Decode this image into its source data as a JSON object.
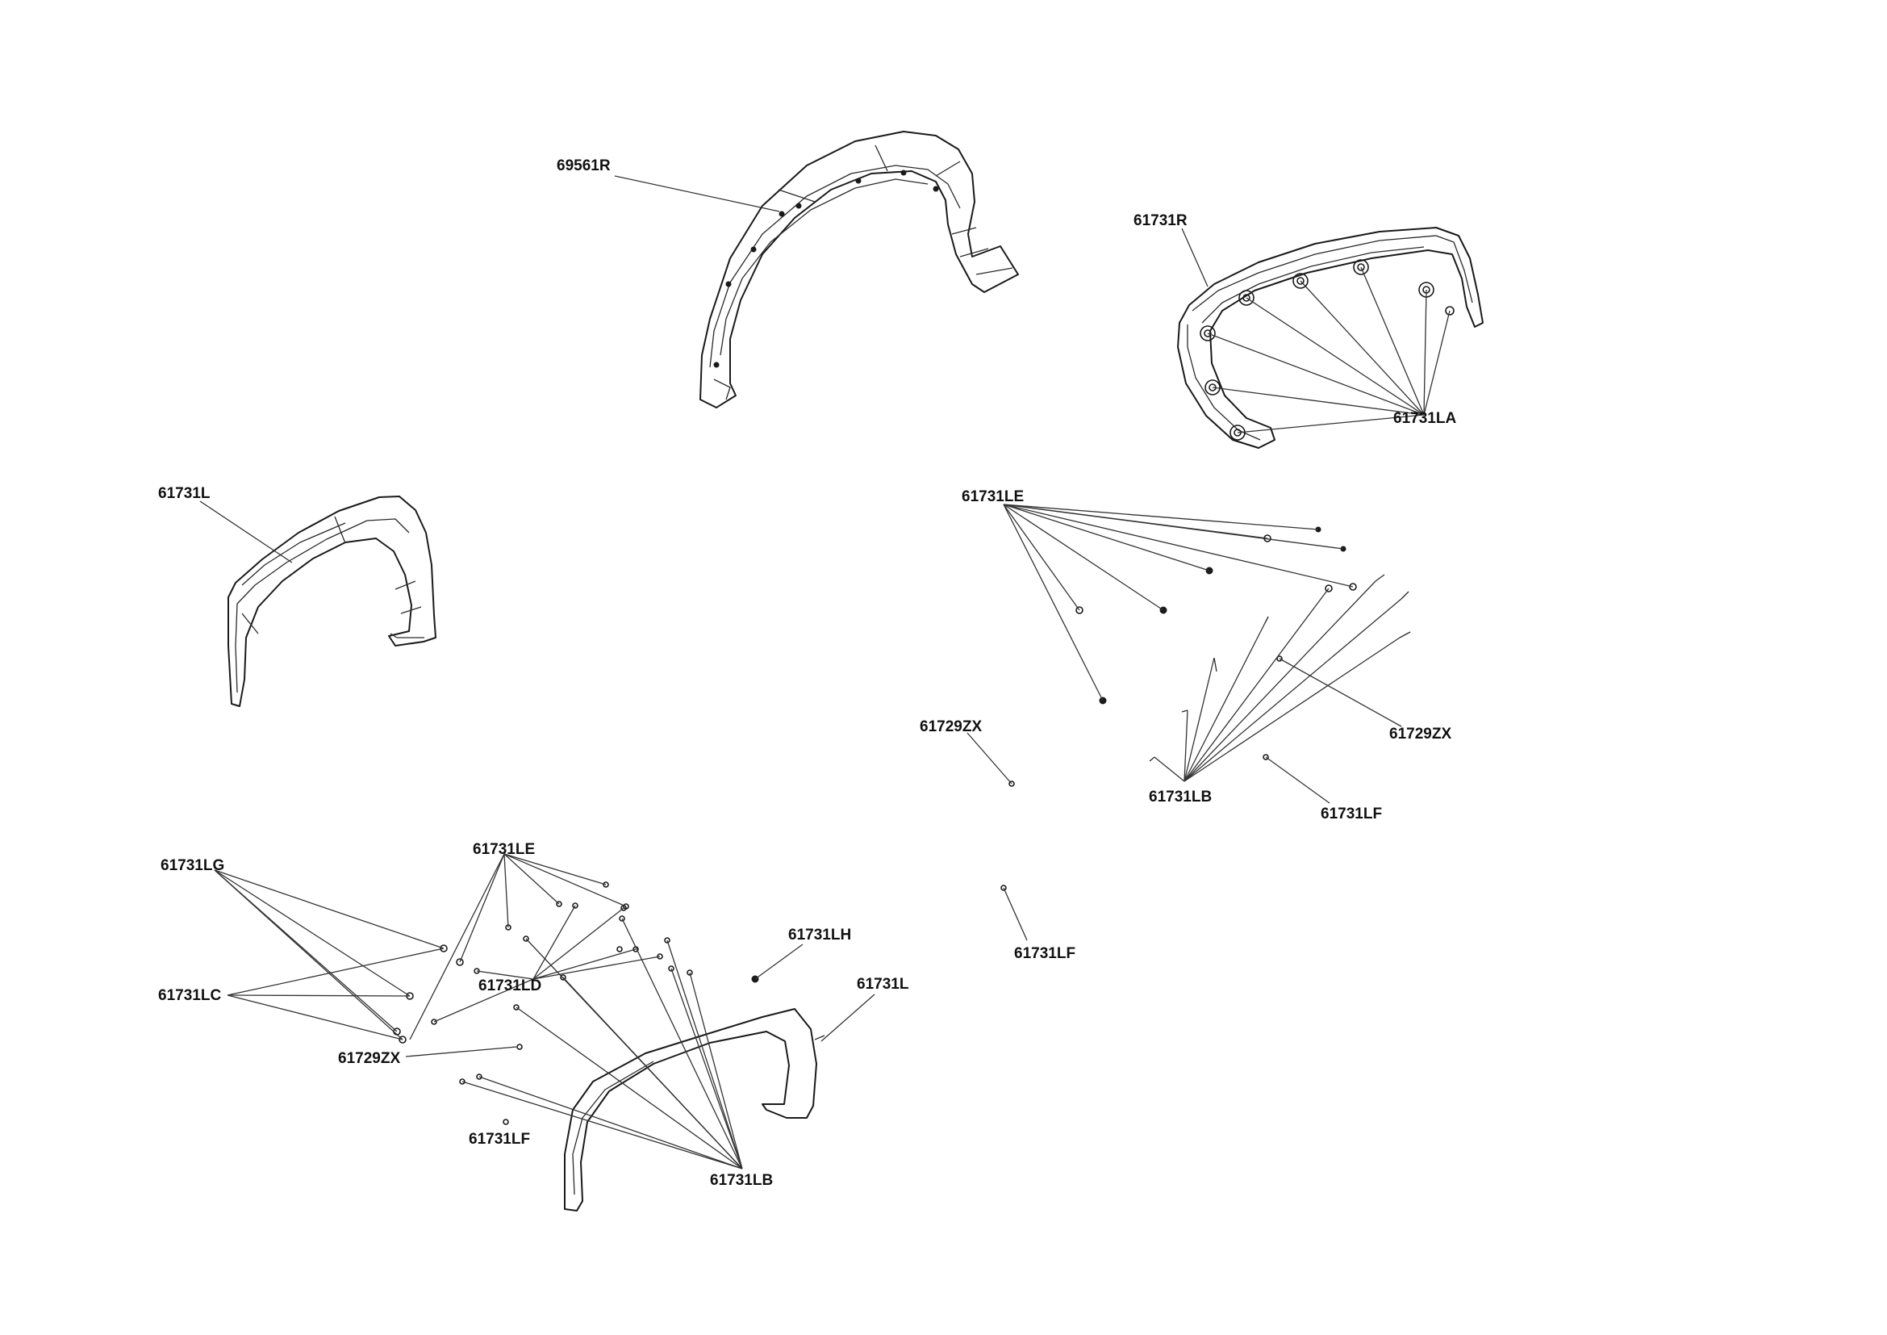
{
  "labels": {
    "fender_rear_right": "69561R",
    "flare_right": "61731R",
    "flare_right_clips": "61731LA",
    "flare_left_top": "61731L",
    "kit_right_e": "61731LE",
    "kit_right_zx_left": "61729ZX",
    "kit_right_zx_right": "61729ZX",
    "kit_right_b": "61731LB",
    "kit_right_f_upper": "61731LF",
    "kit_right_f_lower": "61731LF",
    "kit_left_g": "61731LG",
    "kit_left_c": "61731LC",
    "kit_left_e": "61731LE",
    "kit_left_d": "61731LD",
    "kit_left_zx": "61729ZX",
    "kit_left_f": "61731LF",
    "kit_left_h": "61731LH",
    "flare_left_bottom": "61731L",
    "kit_left_b": "61731LB"
  }
}
